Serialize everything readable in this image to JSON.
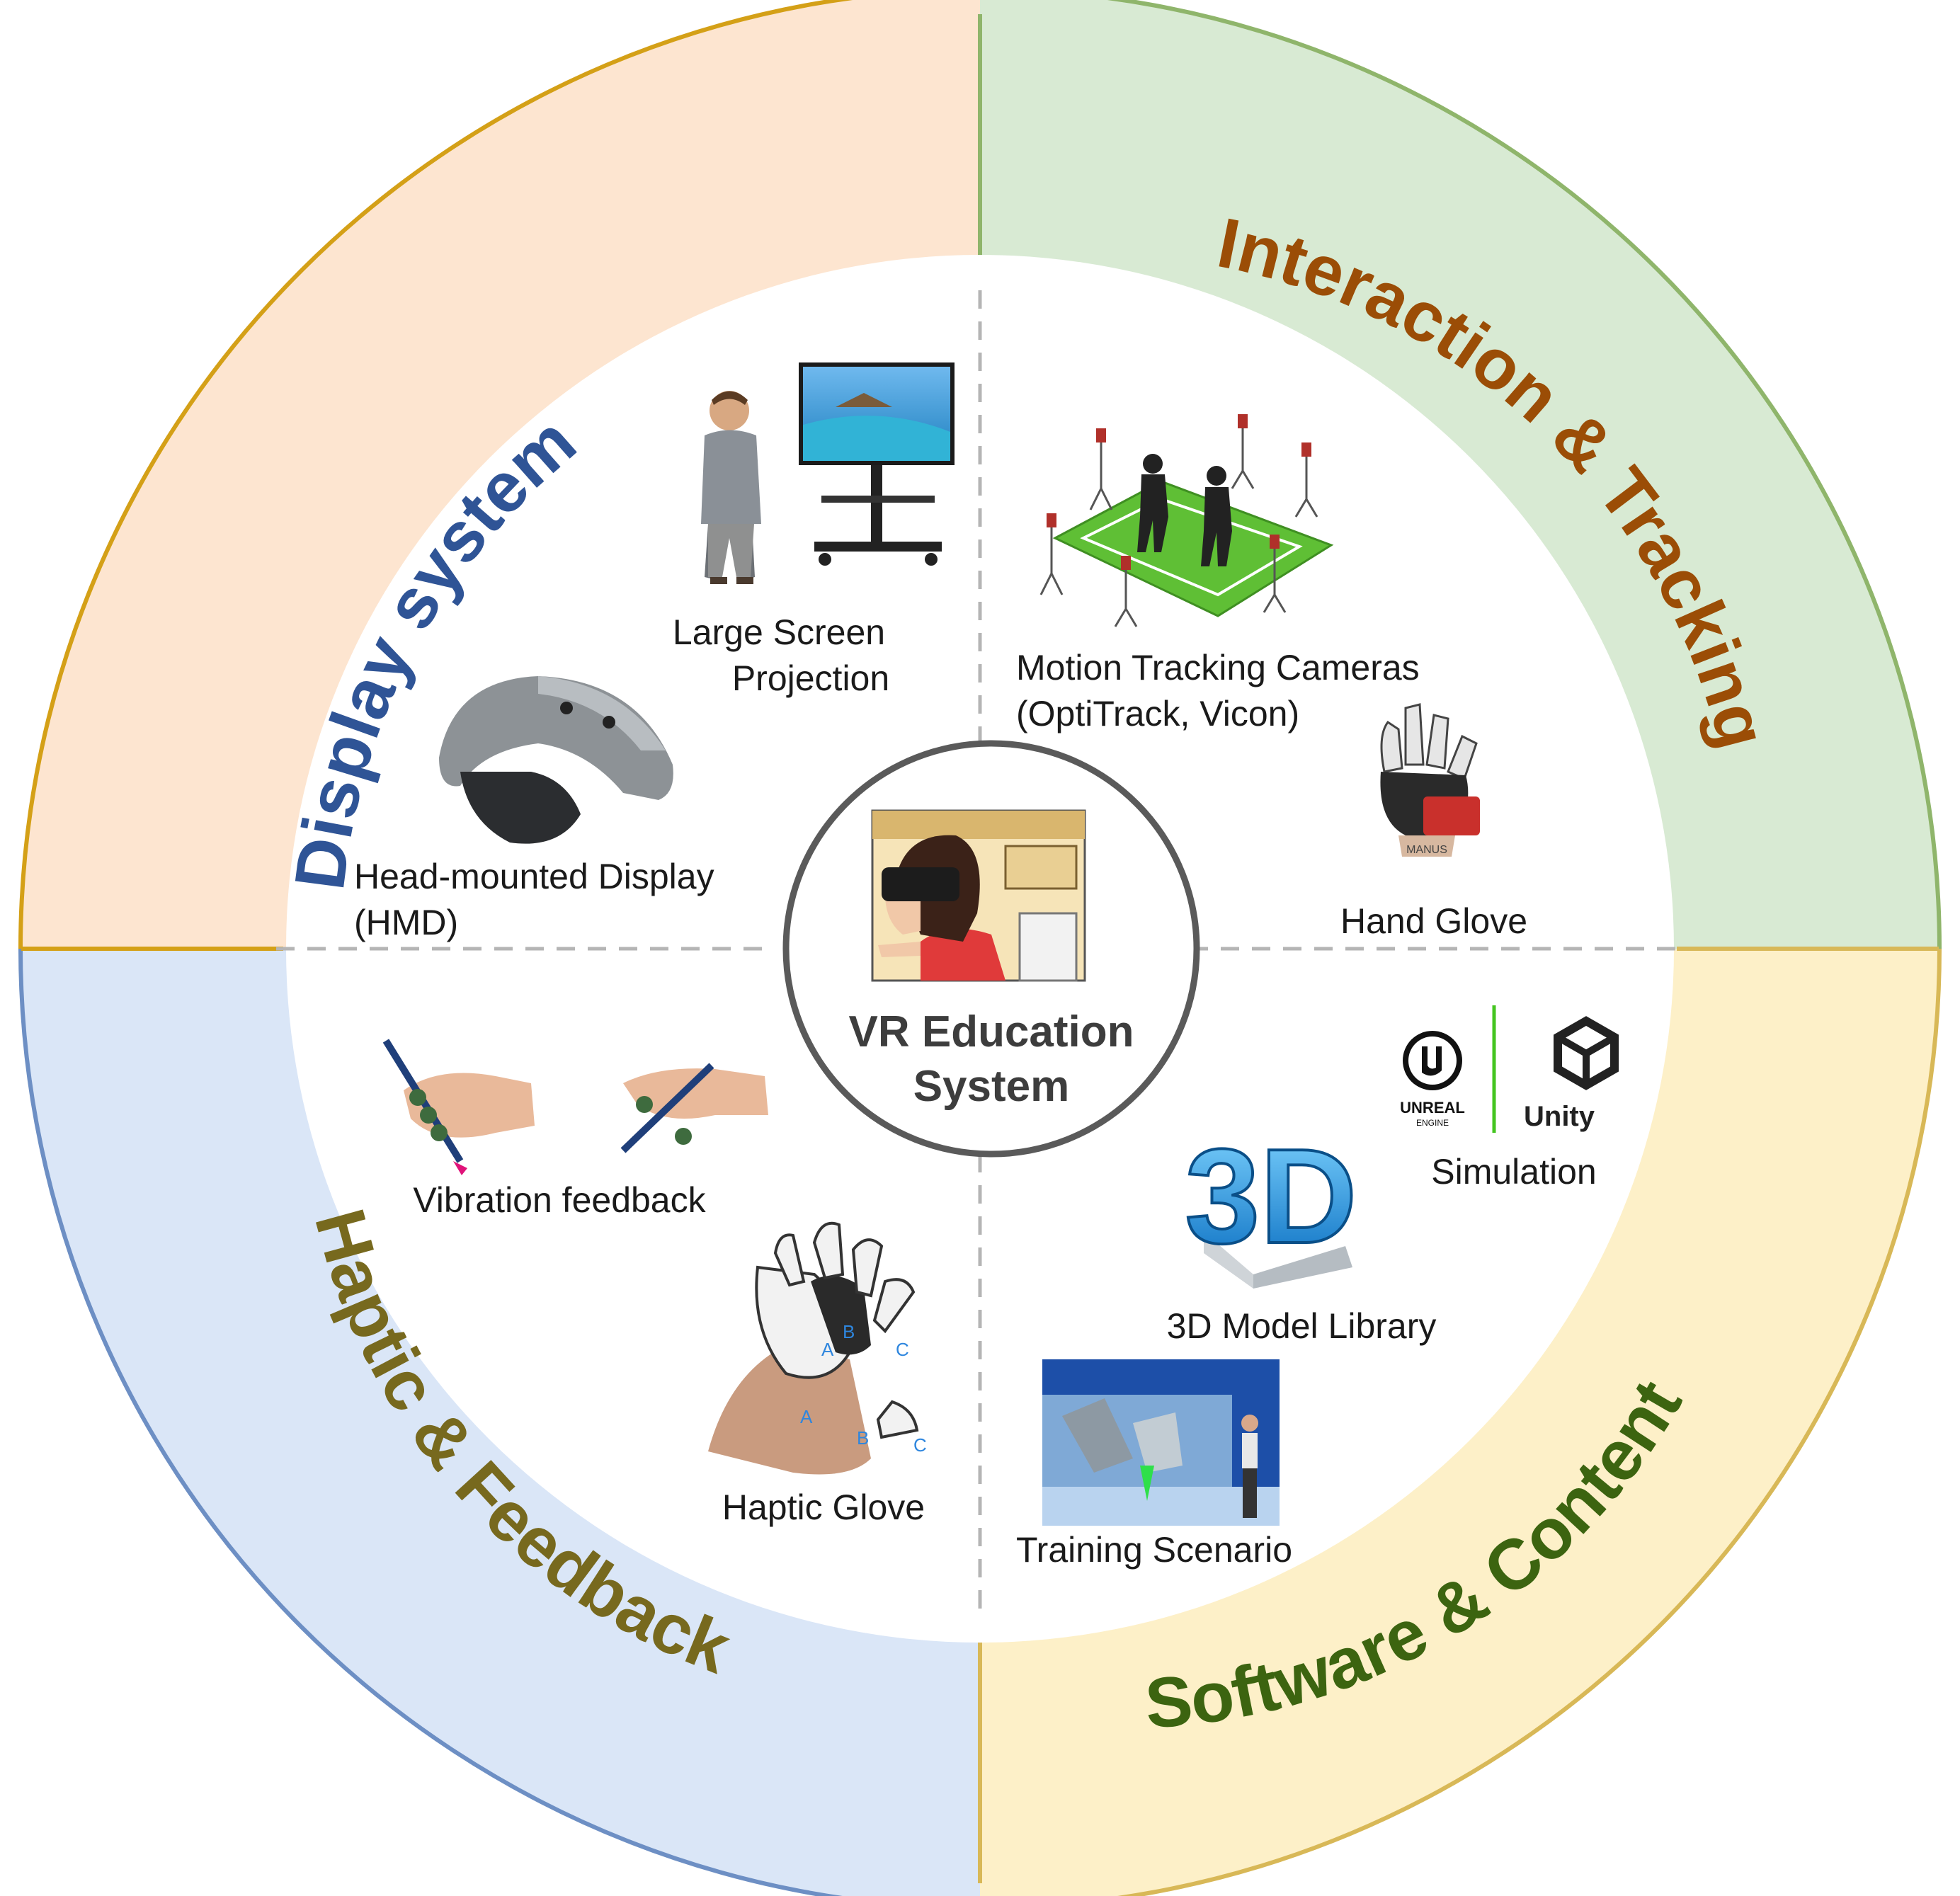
{
  "center": {
    "title_line1": "VR Education",
    "title_line2": "System"
  },
  "quadrants": {
    "display": {
      "title": "Display system",
      "color": "#2f5496",
      "fill": "#fde5d0",
      "border": "#d4a017",
      "items": [
        {
          "label_line1": "Large Screen",
          "label_line2": "Projection"
        },
        {
          "label_line1": "Head-mounted Display",
          "label_line2": "(HMD)"
        }
      ]
    },
    "interaction": {
      "title": "Interaction & Tracking",
      "color": "#9b4d06",
      "fill": "#d8ead3",
      "border": "#8fb56b",
      "items": [
        {
          "label_line1": "Motion Tracking Cameras",
          "label_line2": "(OptiTrack, Vicon)"
        },
        {
          "label_line1": "Hand Glove"
        }
      ]
    },
    "haptic": {
      "title": "Haptic & Feedback",
      "color": "#77691e",
      "fill": "#dae6f7",
      "border": "#6d8fc4",
      "items": [
        {
          "label_line1": "Vibration feedback"
        },
        {
          "label_line1": "Haptic Glove"
        }
      ]
    },
    "software": {
      "title": "Software & Content",
      "color": "#3c6410",
      "fill": "#fdf0c8",
      "border": "#d8b857",
      "items": [
        {
          "label_line1": "Simulation"
        },
        {
          "label_line1": "3D Model Library"
        },
        {
          "label_line1": "Training Scenario"
        }
      ]
    }
  },
  "logos": {
    "unreal": "UNREAL",
    "unreal_sub": "ENGINE",
    "unity": "Unity",
    "three_d": "3D",
    "glove_brand": "MANUS",
    "haptic_letters": [
      "A",
      "B",
      "C"
    ]
  }
}
